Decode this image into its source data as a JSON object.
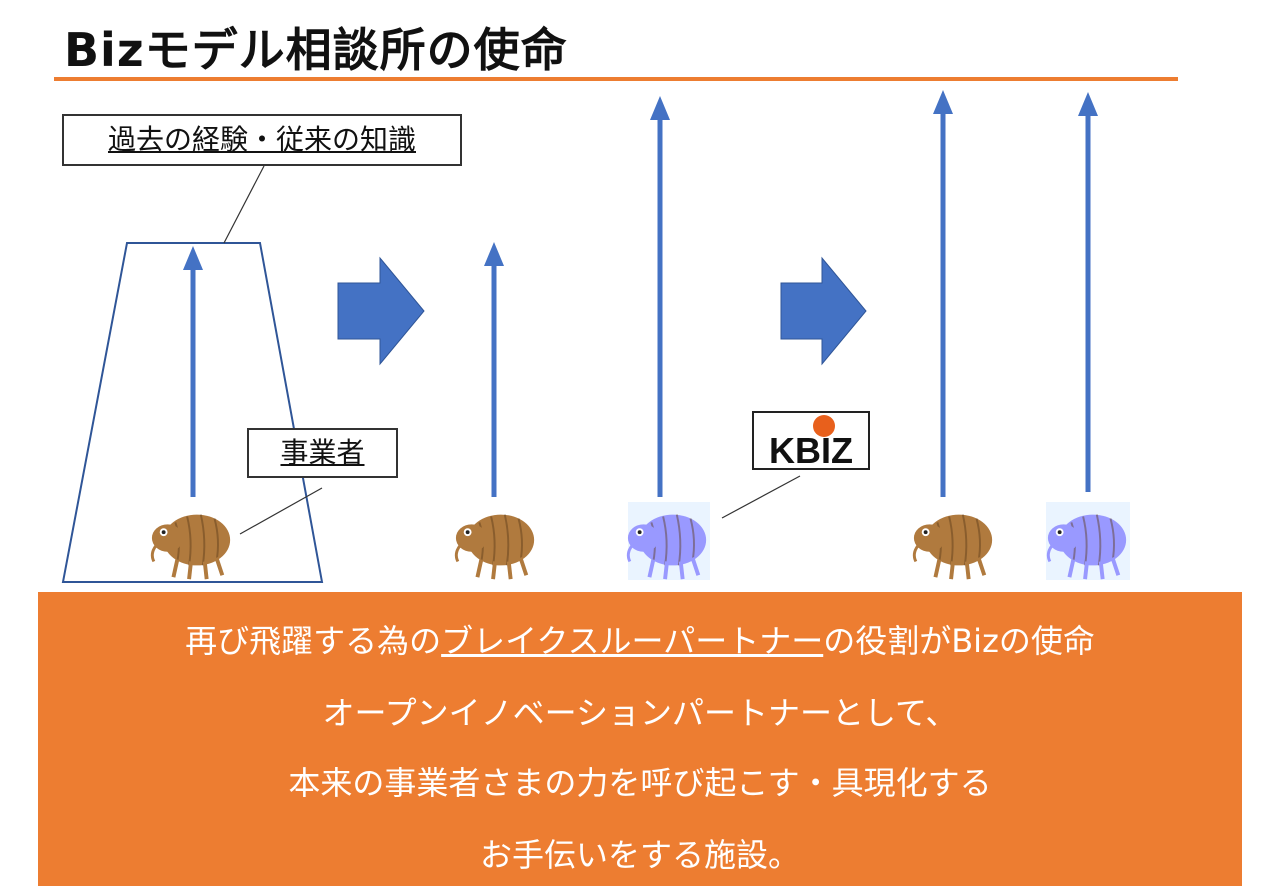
{
  "title": "Bizモデル相談所の使命",
  "labels": {
    "knowledge": "過去の経験・従来の知識",
    "operator": "事業者",
    "logo": "KBIZ"
  },
  "banner": {
    "line1_pre": "再び飛躍する為の",
    "line1_link": "ブレイクスルーパートナー",
    "line1_post": "の役割がBizの使命",
    "line2": "オープンイノベーションパートナーとして、",
    "line3": "本来の事業者さまの力を呼び起こす・具現化する",
    "line4": "お手伝いをする施設。"
  },
  "colors": {
    "accent_orange": "#ED7D31",
    "arrow_blue": "#4472C4",
    "creature_brown": "#B07A3E",
    "creature_purple": "#9999FF"
  },
  "icons": [
    "blue-up-arrow",
    "blue-right-arrow",
    "isopod-creature-brown",
    "isopod-creature-purple",
    "kbiz-logo"
  ]
}
